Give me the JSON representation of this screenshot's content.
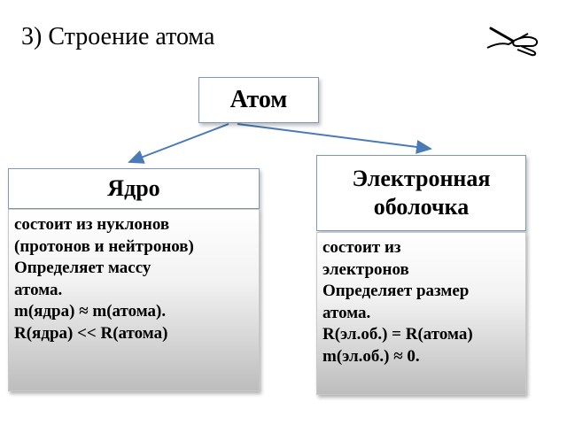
{
  "slide": {
    "title": "3) Строение атома",
    "icon": "writing-hand-icon"
  },
  "atom": {
    "label": "Атом"
  },
  "nucleus": {
    "label": "Ядро",
    "lines": [
      "состоит из нуклонов",
      "(протонов и нейтронов)",
      "Определяет массу",
      "атома.",
      "m(ядра) ≈ m(атома).",
      "R(ядра) << R(атома)"
    ]
  },
  "shell": {
    "label_line1": "Электронная",
    "label_line2": "оболочка",
    "lines": [
      "состоит из",
      "электронов",
      "Определяет размер",
      "атома.",
      "R(эл.об.) = R(атома)",
      "m(эл.об.) ≈ 0."
    ]
  },
  "colors": {
    "arrow": "#4a7bb7",
    "box_border": "#7f98b8"
  }
}
